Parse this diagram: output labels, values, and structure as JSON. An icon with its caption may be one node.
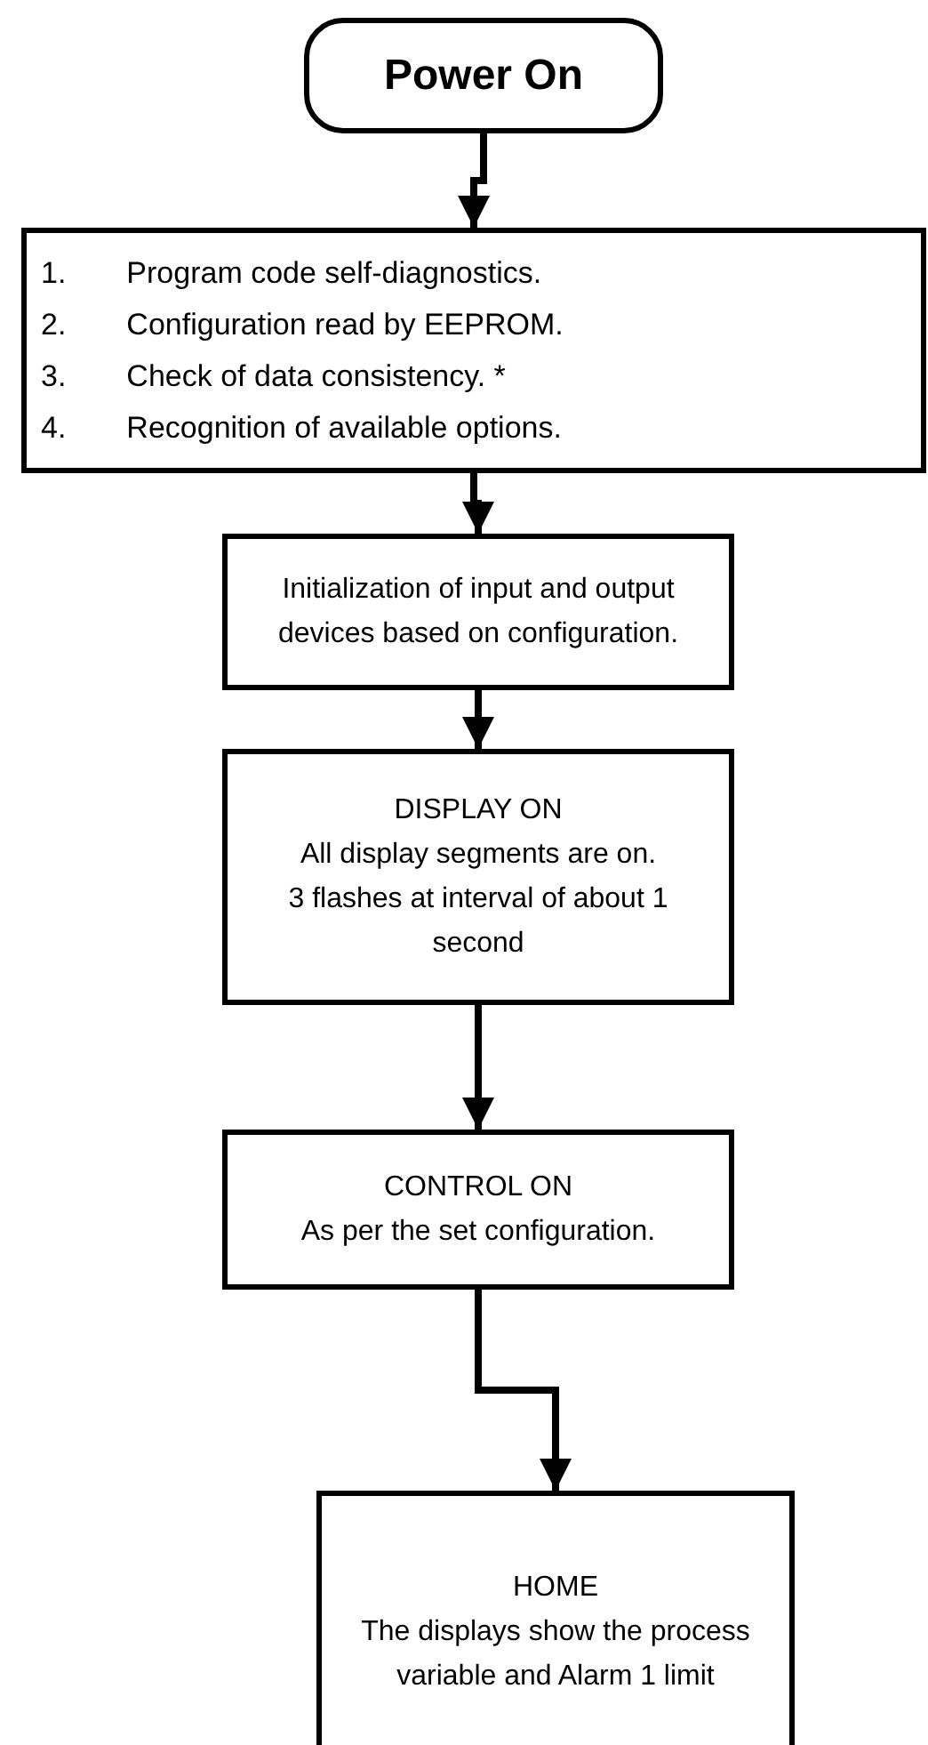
{
  "diagram": {
    "nodes": [
      {
        "text": [
          "Power On"
        ]
      },
      {
        "text": [
          "1. Program code self-diagnostics.",
          "2. Configuration read by EEPROM.",
          "3. Check of data consistency. *",
          "4. Recognition of available options."
        ]
      },
      {
        "text": [
          "Initialization of input and output devices based on configuration."
        ]
      },
      {
        "text": [
          "DISPLAY ON",
          "All display segments are on.",
          "3 flashes at interval of about 1 second"
        ]
      },
      {
        "text": [
          "CONTROL ON",
          "As per the set configuration."
        ]
      },
      {
        "text": [
          "HOME",
          "The displays show the process variable and Alarm 1 limit"
        ]
      }
    ],
    "edges": [
      {
        "from": 0,
        "to": 1,
        "arrow": "to"
      },
      {
        "from": 1,
        "to": 2,
        "arrow": "to"
      },
      {
        "from": 2,
        "to": 3,
        "arrow": "to"
      },
      {
        "from": 3,
        "to": 4,
        "arrow": "to"
      },
      {
        "from": 4,
        "to": 5,
        "arrow": "to"
      }
    ]
  }
}
